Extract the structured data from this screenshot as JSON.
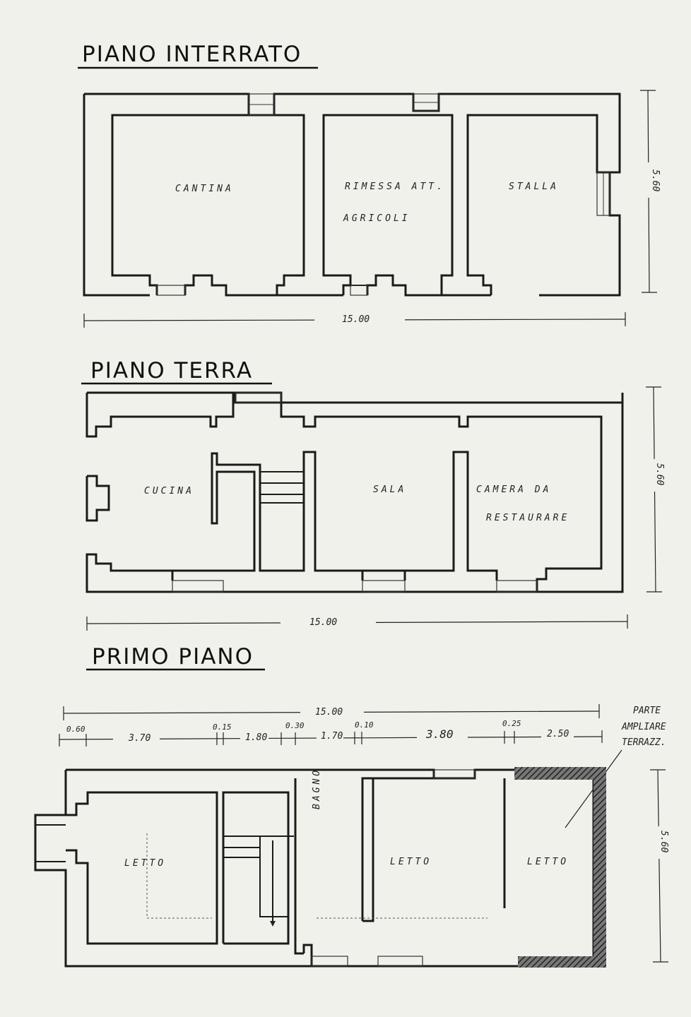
{
  "floors": {
    "interrato": {
      "title": "PIANO INTERRATO",
      "rooms": [
        "CANTINA",
        "RIMESSA ATT.",
        "AGRICOLI",
        "STALLA"
      ],
      "width": "15.00",
      "depth": "5.60"
    },
    "terra": {
      "title": "PIANO TERRA",
      "rooms": [
        "CUCINA",
        "SALA",
        "CAMERA DA",
        "RESTAURARE"
      ],
      "width": "15.00",
      "depth": "5.60"
    },
    "primo": {
      "title": "PRIMO PIANO",
      "rooms": [
        "LETTO",
        "BAGNO",
        "LETTO",
        "LETTO"
      ],
      "width": "15.00",
      "depth": "5.60",
      "segments": [
        "0.60",
        "3.70",
        "0.15",
        "1.80",
        "0.30",
        "1.70",
        "0.10",
        "3.80",
        "0.25",
        "2.50"
      ],
      "note": [
        "PARTE",
        "AMPLIARE",
        "TERRAZZ."
      ]
    }
  }
}
